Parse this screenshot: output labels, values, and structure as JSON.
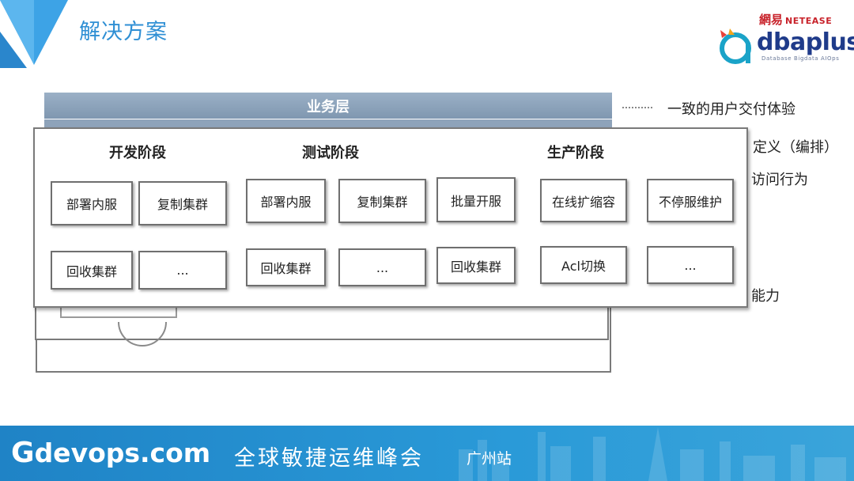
{
  "header": {
    "title": "解决方案",
    "brand_cn": "網易",
    "brand_en": "NETEASE",
    "dbaplus_text": "dbaplus",
    "dbaplus_sub": "Database  Bigdata  AIOps"
  },
  "diagram": {
    "business_layer": "业务层",
    "stages": [
      {
        "title": "开发阶段",
        "boxes": [
          "部署内服",
          "复制集群",
          "回收集群",
          "..."
        ]
      },
      {
        "title": "测试阶段",
        "boxes": [
          "部署内服",
          "复制集群",
          "批量开服",
          "回收集群",
          "...",
          "回收集群"
        ]
      },
      {
        "title": "生产阶段",
        "boxes": [
          "在线扩缩容",
          "不停服维护",
          "Acl切换",
          "..."
        ]
      }
    ],
    "right_labels": [
      "一致的用户交付体验",
      "定义（编排）",
      "访问行为",
      "能力"
    ]
  },
  "footer": {
    "site_g": "G",
    "site_rest": "devops.com",
    "conference": "全球敏捷运维峰会",
    "city": "广州站"
  },
  "colors": {
    "accent_blue": "#2f8fd4",
    "footer_blue": "#1f83c6",
    "business_bar": "#8ea3ba"
  }
}
